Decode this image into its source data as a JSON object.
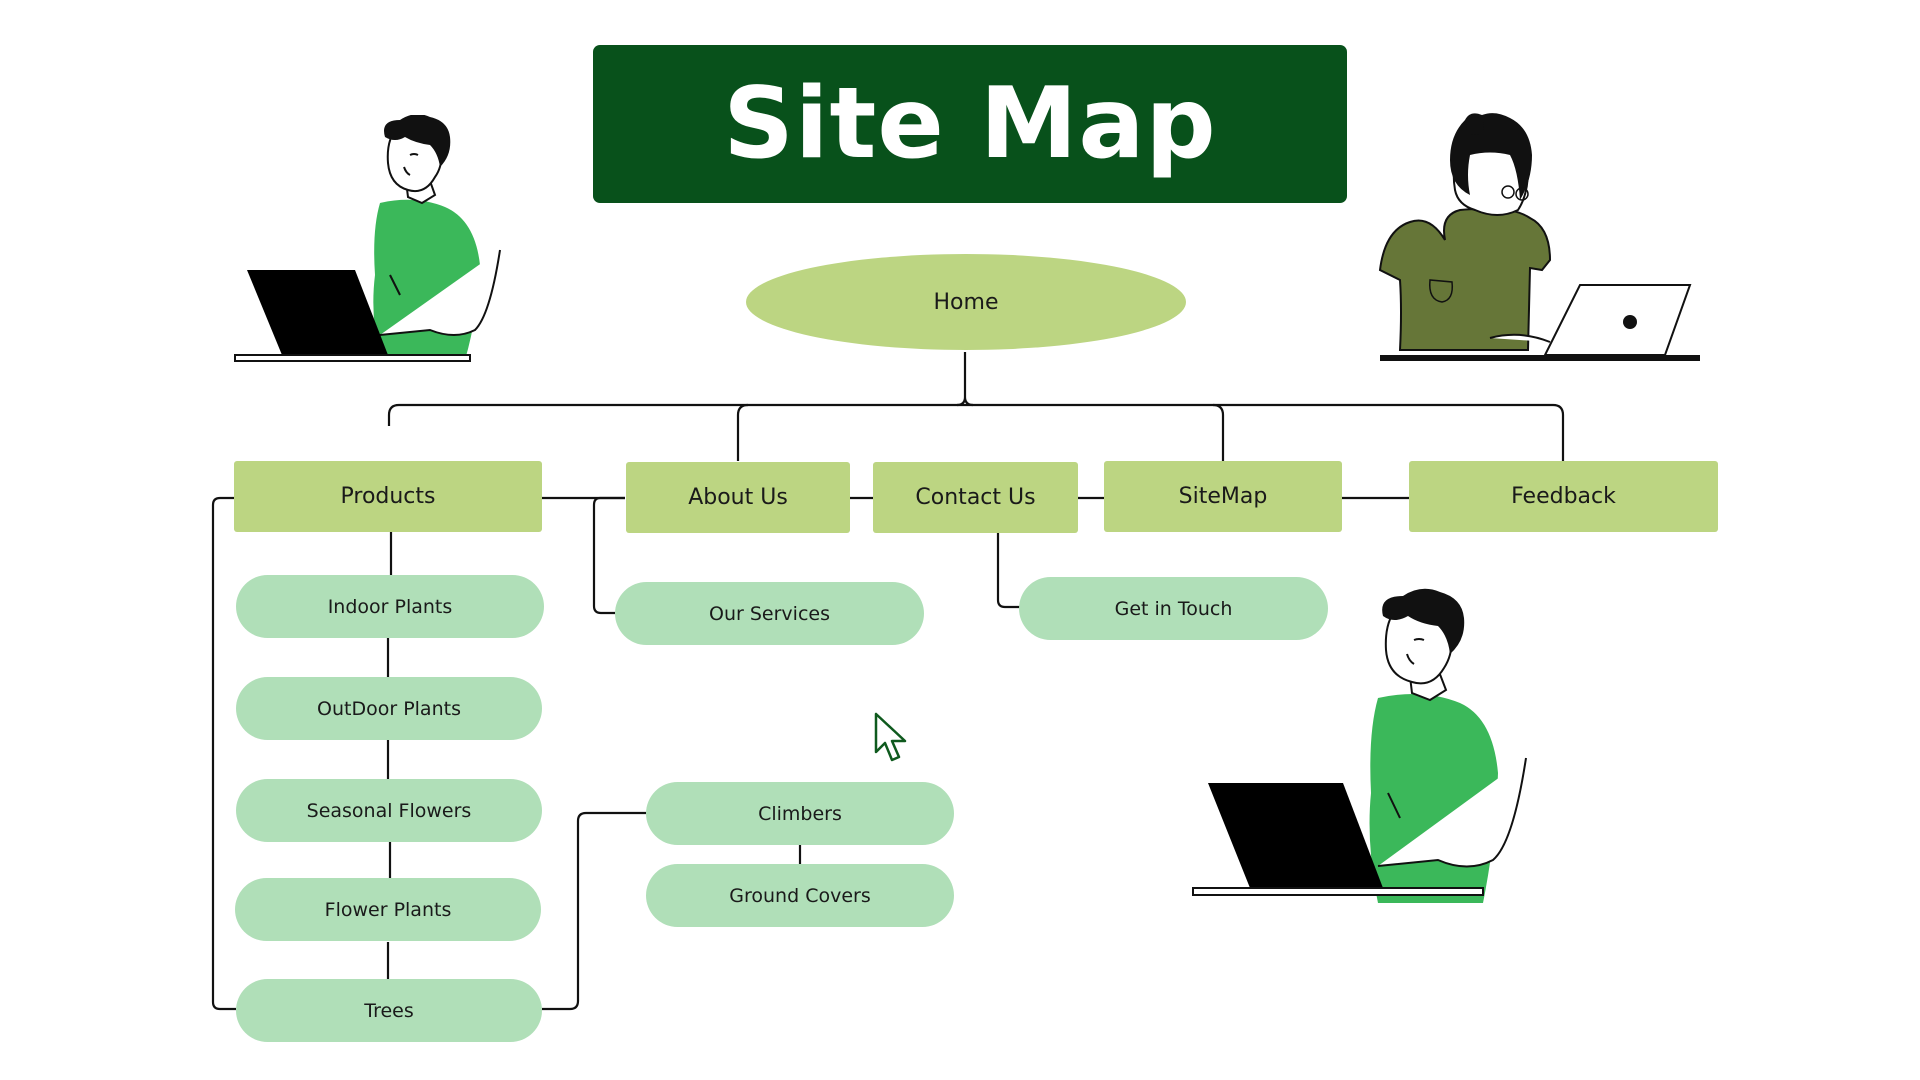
{
  "title": "Site Map",
  "home": "Home",
  "sections": {
    "products": "Products",
    "about": "About Us",
    "contact": "Contact Us",
    "sitemap": "SiteMap",
    "feedback": "Feedback"
  },
  "products_children": [
    "Indoor Plants",
    "OutDoor Plants",
    "Seasonal Flowers",
    "Flower Plants",
    "Trees"
  ],
  "about_children": [
    "Our Services"
  ],
  "contact_children": [
    "Get in Touch"
  ],
  "trees_children": [
    "Climbers",
    "Ground Covers"
  ],
  "colors": {
    "banner": "#08511b",
    "section_fill": "#bcd582",
    "child_fill": "#b0dfb8",
    "shirt_green": "#3bb85a",
    "shirt_olive": "#667638",
    "line": "#111111"
  },
  "icons": [
    "person-laptop-illustration",
    "woman-laptop-illustration",
    "mouse-cursor-icon"
  ]
}
